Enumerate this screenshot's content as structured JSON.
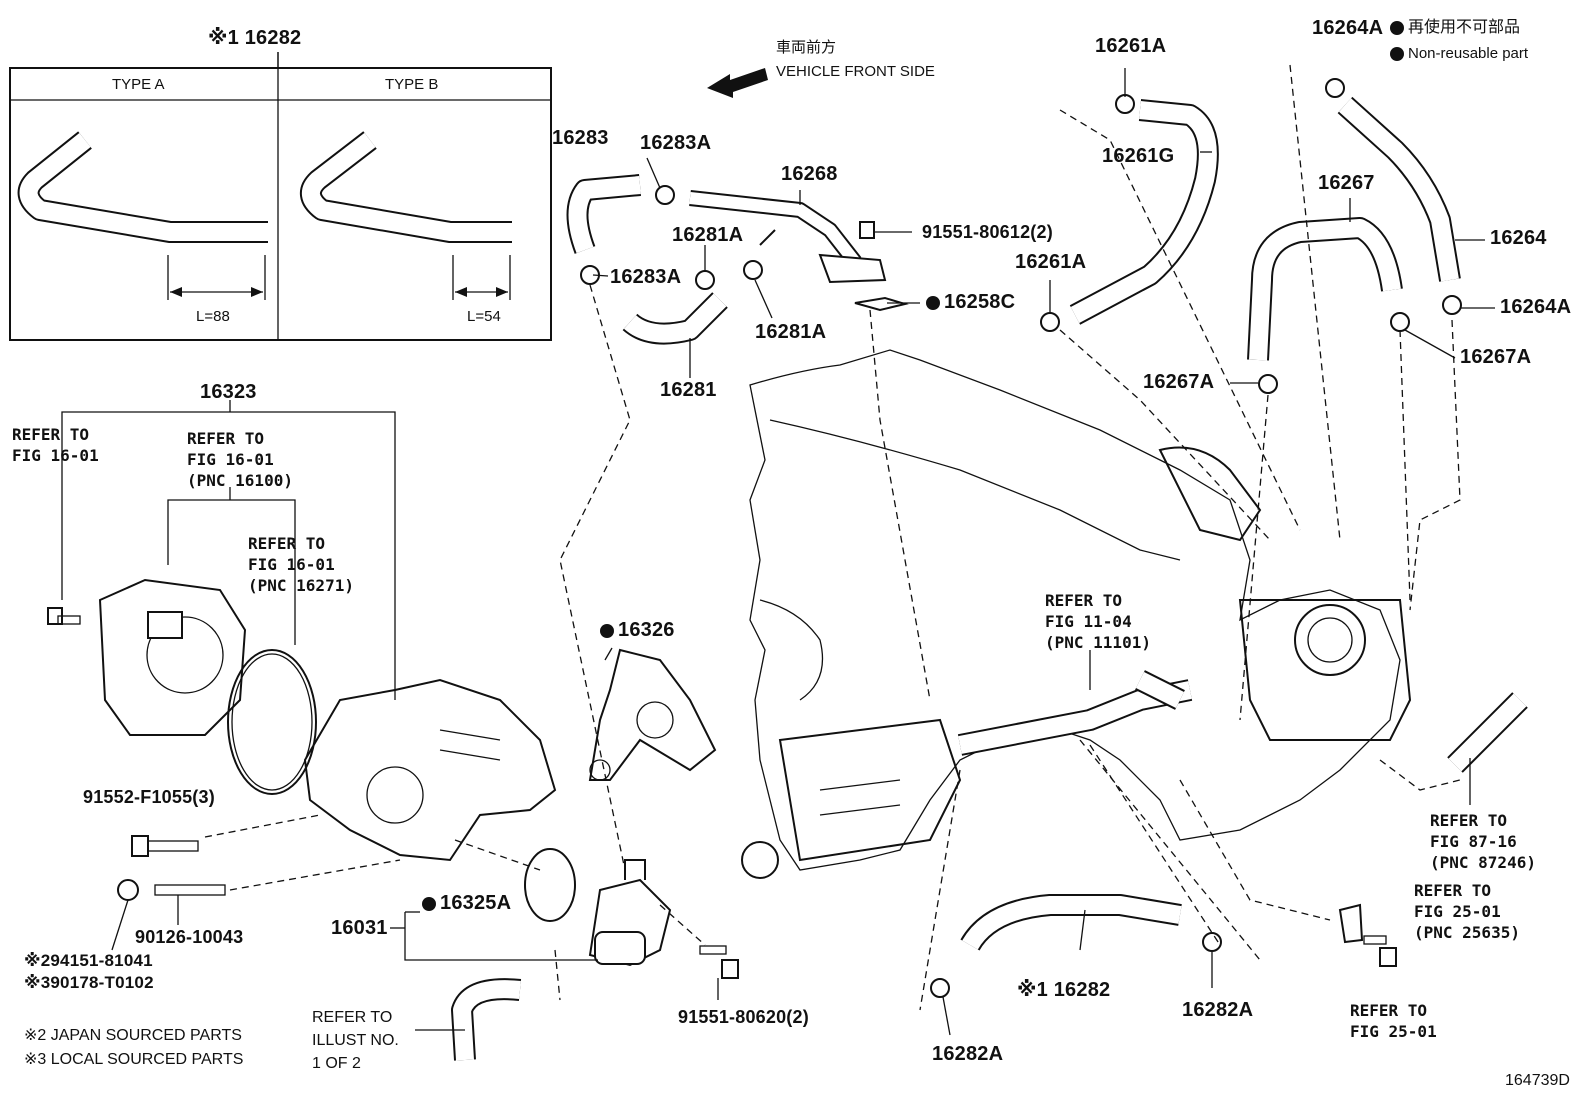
{
  "inset": {
    "part_ref": "※1 16282",
    "type_a": {
      "header": "TYPE A",
      "length": "L=88"
    },
    "type_b": {
      "header": "TYPE B",
      "length": "L=54"
    }
  },
  "direction": {
    "jp": "車両前方",
    "en": "VEHICLE FRONT SIDE"
  },
  "legend": {
    "jp": "再使用不可部品",
    "en": "Non-reusable part"
  },
  "callouts": {
    "p16283": "16283",
    "p16283A_top": "16283A",
    "p16283A_left": "16283A",
    "p16268": "16268",
    "p91551_80612": "91551-80612(2)",
    "p16281A_top": "16281A",
    "p16281A_bottom": "16281A",
    "p16281": "16281",
    "p16258C": "16258C",
    "p16261A_top": "16261A",
    "p16261G": "16261G",
    "p16261A_mid": "16261A",
    "p16264A_top": "16264A",
    "p16264": "16264",
    "p16264A_right": "16264A",
    "p16267": "16267",
    "p16267A_right": "16267A",
    "p16267A_left": "16267A",
    "p16323": "16323",
    "p16326": "16326",
    "p91552": "91552-F1055(3)",
    "p90126": "90126-10043",
    "p94151": "※294151-81041",
    "p90178": "※390178-T0102",
    "p16031": "16031",
    "p16325A": "16325A",
    "p91551_80620": "91551-80620(2)",
    "p16282_bottom": "※1 16282",
    "p16282A_mid": "16282A",
    "p16282A_bottom": "16282A"
  },
  "refs": {
    "r1": "REFER TO\nFIG 16-01",
    "r2": "REFER TO\nFIG 16-01\n(PNC 16100)",
    "r3": "REFER TO\nFIG 16-01\n(PNC 16271)",
    "r4": "REFER TO\nFIG 11-04\n(PNC 11101)",
    "r5": "REFER TO\nFIG 87-16\n(PNC 87246)",
    "r6": "REFER TO\nFIG 25-01\n(PNC 25635)",
    "r7": "REFER TO\nFIG 25-01",
    "r8": "REFER TO\nILLUST NO.\n1 OF 2"
  },
  "notes": {
    "japan": "※2 JAPAN SOURCED PARTS",
    "local": "※3 LOCAL SOURCED PARTS"
  },
  "figure_id": "164739D"
}
